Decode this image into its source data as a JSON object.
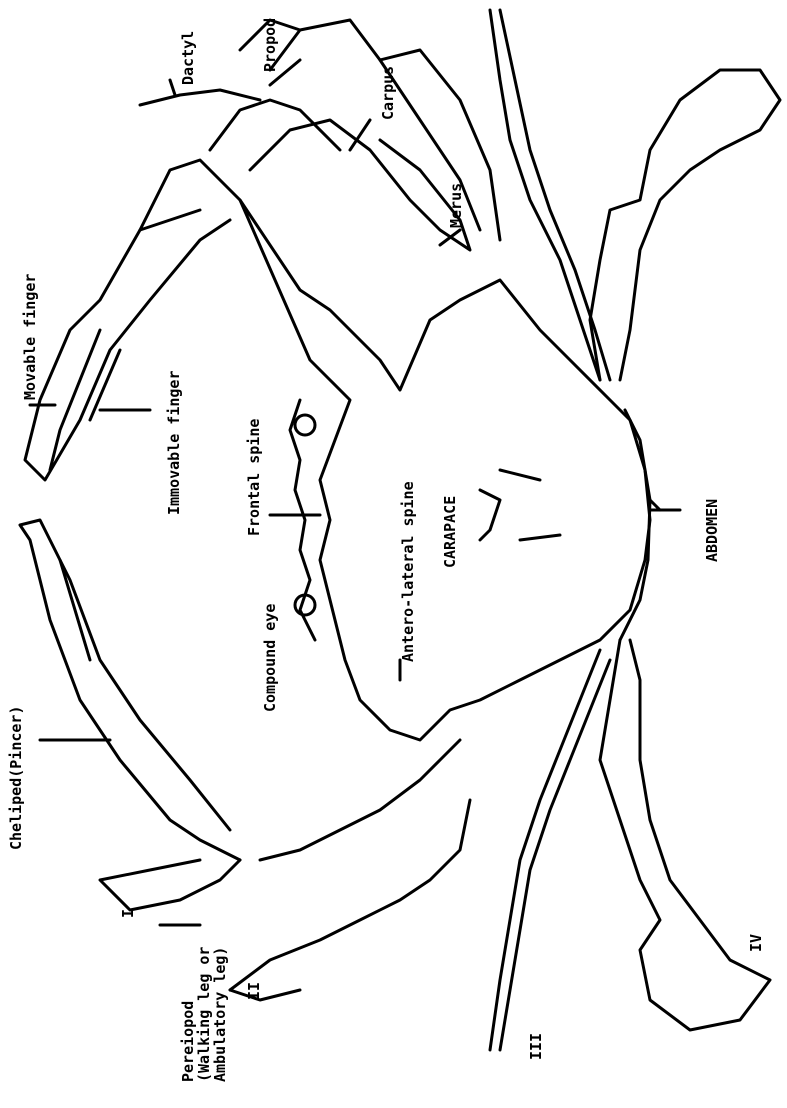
{
  "labels": {
    "dactyl": "Dactyl",
    "propod": "Propod",
    "carpus": "Carpus",
    "merus": "Merus",
    "movable_finger": "Movable finger",
    "immovable_finger": "Immovable finger",
    "frontal_spine": "Frontal spine",
    "antero_lateral_spine": "Antero-lateral spine",
    "carapace": "CARAPACE",
    "abdomen": "ABDOMEN",
    "compound_eye": "Compound eye",
    "cheliped": "Cheliped(Pincer)",
    "pereiopod": "Pereiopod\n(Walking leg or\nAmbulatory leg)",
    "leg_I": "I",
    "leg_II": "II",
    "leg_III": "III",
    "leg_IV": "IV"
  }
}
